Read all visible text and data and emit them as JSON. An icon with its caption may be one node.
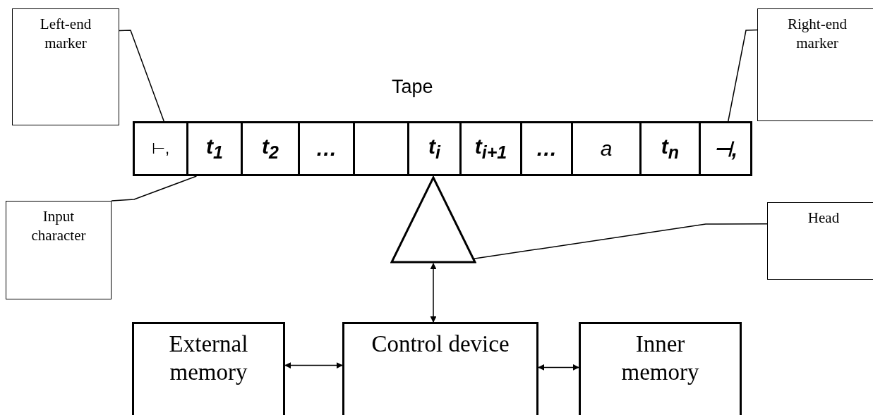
{
  "diagram": {
    "nodes": [
      {
        "text": [
          "Left-end marker"
        ]
      },
      {
        "text": [
          "Right-end marker"
        ]
      },
      {
        "text": [
          "Tape"
        ]
      },
      {
        "text": [
          "⊢,"
        ],
        "in": 2
      },
      {
        "text": [
          "t$_{1}$"
        ],
        "in": 2
      },
      {
        "text": [
          "t$_{2}$"
        ],
        "in": 2
      },
      {
        "text": [
          "…"
        ],
        "in": 2
      },
      {
        "text": [],
        "shape": "box",
        "in": 2
      },
      {
        "text": [
          "t$_{i}$"
        ],
        "in": 2
      },
      {
        "text": [
          "t$_{i+1}$"
        ],
        "in": 2
      },
      {
        "text": [
          "…"
        ],
        "in": 2
      },
      {
        "text": [
          "a"
        ],
        "in": 2
      },
      {
        "text": [
          "t$_{n}$"
        ],
        "in": 2
      },
      {
        "text": [
          "⊣,"
        ],
        "in": 2
      },
      {
        "text": [
          "Input character"
        ]
      },
      {
        "text": [],
        "shape": "triangle"
      },
      {
        "text": [
          "Head"
        ]
      },
      {
        "text": [
          "External memory"
        ]
      },
      {
        "text": [
          "Control device"
        ]
      },
      {
        "text": [
          "Inner memory"
        ]
      }
    ],
    "edges": [
      {
        "from": 0,
        "to": 3,
        "arrow": "none"
      },
      {
        "from": 1,
        "to": 13,
        "arrow": "none"
      },
      {
        "from": 14,
        "to": 4,
        "arrow": "none"
      },
      {
        "from": 16,
        "to": 15,
        "arrow": "none"
      },
      {
        "from": 15,
        "to": 18,
        "arrow": "both"
      },
      {
        "from": 17,
        "to": 18,
        "arrow": "both"
      },
      {
        "from": 18,
        "to": 19,
        "arrow": "both"
      }
    ]
  }
}
